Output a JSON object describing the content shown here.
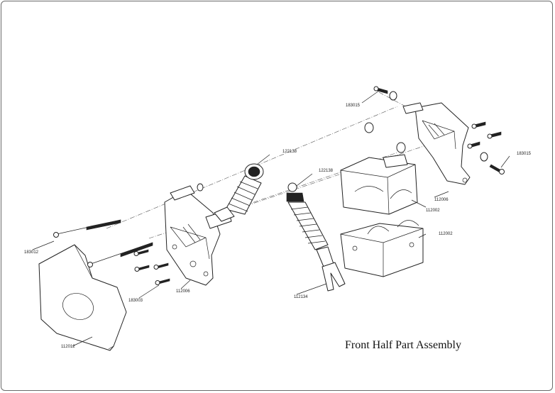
{
  "title": "Front Half Part  Assembly",
  "parts": {
    "screw_long_left": "183012",
    "screw_top_right": "183015",
    "screw_right": "183015",
    "shock_top": "122138",
    "shock_middle": "122138",
    "shock_end": "112134",
    "mount_left": "112006",
    "mount_right": "112006",
    "screws_small": "183003",
    "gearbox_top": "112002",
    "gearbox_bottom": "112002",
    "skid_plate": "112012"
  }
}
